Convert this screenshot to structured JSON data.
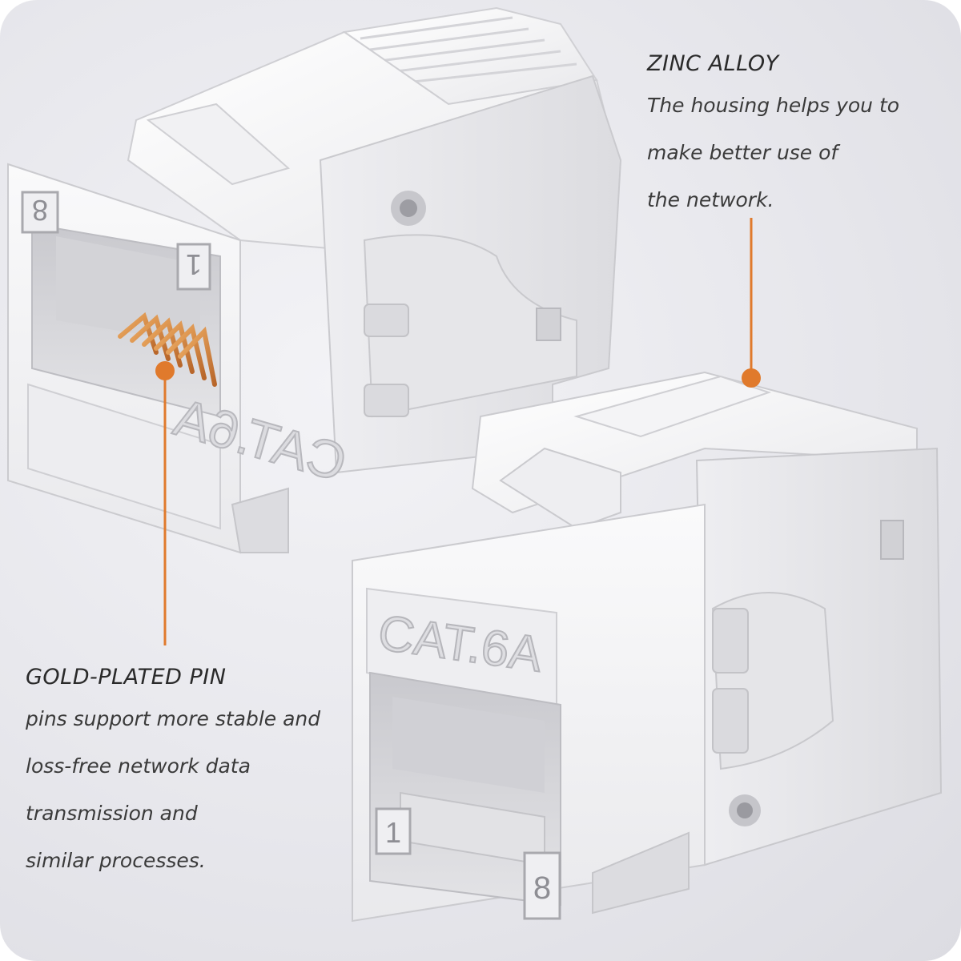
{
  "colors": {
    "accent": "#e07a2c",
    "background": "#e7e7ec",
    "body": "#f4f4f6",
    "gold": "#d98a3a"
  },
  "product_image": {
    "front_jack": {
      "label": "CAT.6A",
      "pin_left": "8",
      "pin_right": "1"
    },
    "back_jack": {
      "label": "CAT.6A",
      "pin_left": "1",
      "pin_right": "8"
    }
  },
  "callouts": {
    "zinc": {
      "title": "ZINC ALLOY",
      "lines": [
        "The housing helps you to",
        "make better use of",
        "the network."
      ]
    },
    "gold": {
      "title": "GOLD-PLATED PIN",
      "lines": [
        "pins support more stable and",
        "loss-free network data",
        "transmission and",
        "similar processes."
      ]
    }
  }
}
